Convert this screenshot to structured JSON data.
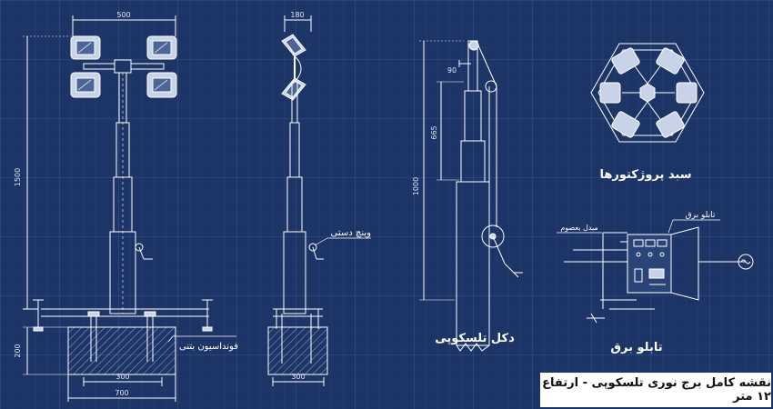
{
  "colors": {
    "background": "#1d3566",
    "grid": "#2e4c86",
    "line": "#ffffff",
    "fill": "#9aaac8"
  },
  "dimensions": {
    "d500": "500",
    "d180": "180",
    "d1500": "1500",
    "d1000": "1000",
    "d665": "665",
    "d90": "90",
    "d200": "200",
    "d300a": "300",
    "d300b": "300",
    "d700": "700"
  },
  "labels": {
    "foundation": "فونداسیون بتنی",
    "winch": "وینچ دستی",
    "mast": "دکل تلسکوپی",
    "projector_bed": "سبد پروژکتورها",
    "panel": "تابلو برق",
    "panel_callout": "تابلو برق",
    "generator_callout": "مبدل بعصوم"
  },
  "title": "نقشه کامل برج نوری تلسکوپی - ارتفاع ۱۲ متر"
}
